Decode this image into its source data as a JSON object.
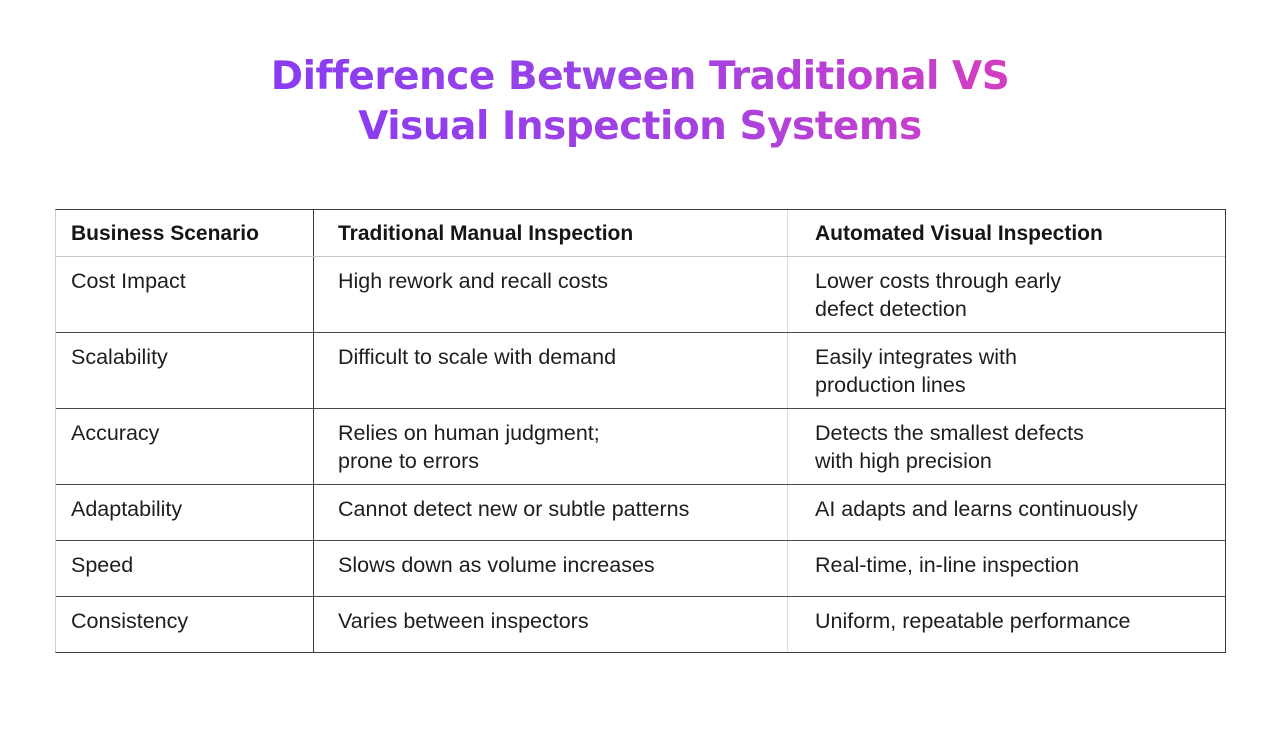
{
  "title": {
    "line1": "Difference Between Traditional VS",
    "line2": "Visual Inspection Systems",
    "gradient_colors": [
      "#8a3cf2",
      "#d43ec0"
    ]
  },
  "table": {
    "headers": [
      "Business Scenario",
      "Traditional Manual Inspection",
      "Automated Visual Inspection"
    ],
    "rows": [
      {
        "scenario": "Cost Impact",
        "traditional": [
          "High rework and recall costs"
        ],
        "automated": [
          "Lower costs through early",
          "defect detection"
        ]
      },
      {
        "scenario": "Scalability",
        "traditional": [
          "Difficult to scale with demand"
        ],
        "automated": [
          "Easily integrates with",
          "production lines"
        ]
      },
      {
        "scenario": "Accuracy",
        "traditional": [
          "Relies on human judgment;",
          "prone to errors"
        ],
        "automated": [
          "Detects the smallest defects",
          "with high precision"
        ]
      },
      {
        "scenario": "Adaptability",
        "traditional": [
          "Cannot detect new or subtle patterns"
        ],
        "automated": [
          "AI adapts and learns continuously"
        ]
      },
      {
        "scenario": "Speed",
        "traditional": [
          "Slows down as volume increases"
        ],
        "automated": [
          "Real-time, in-line inspection"
        ]
      },
      {
        "scenario": "Consistency",
        "traditional": [
          "Varies between inspectors"
        ],
        "automated": [
          "Uniform, repeatable performance"
        ]
      }
    ]
  }
}
